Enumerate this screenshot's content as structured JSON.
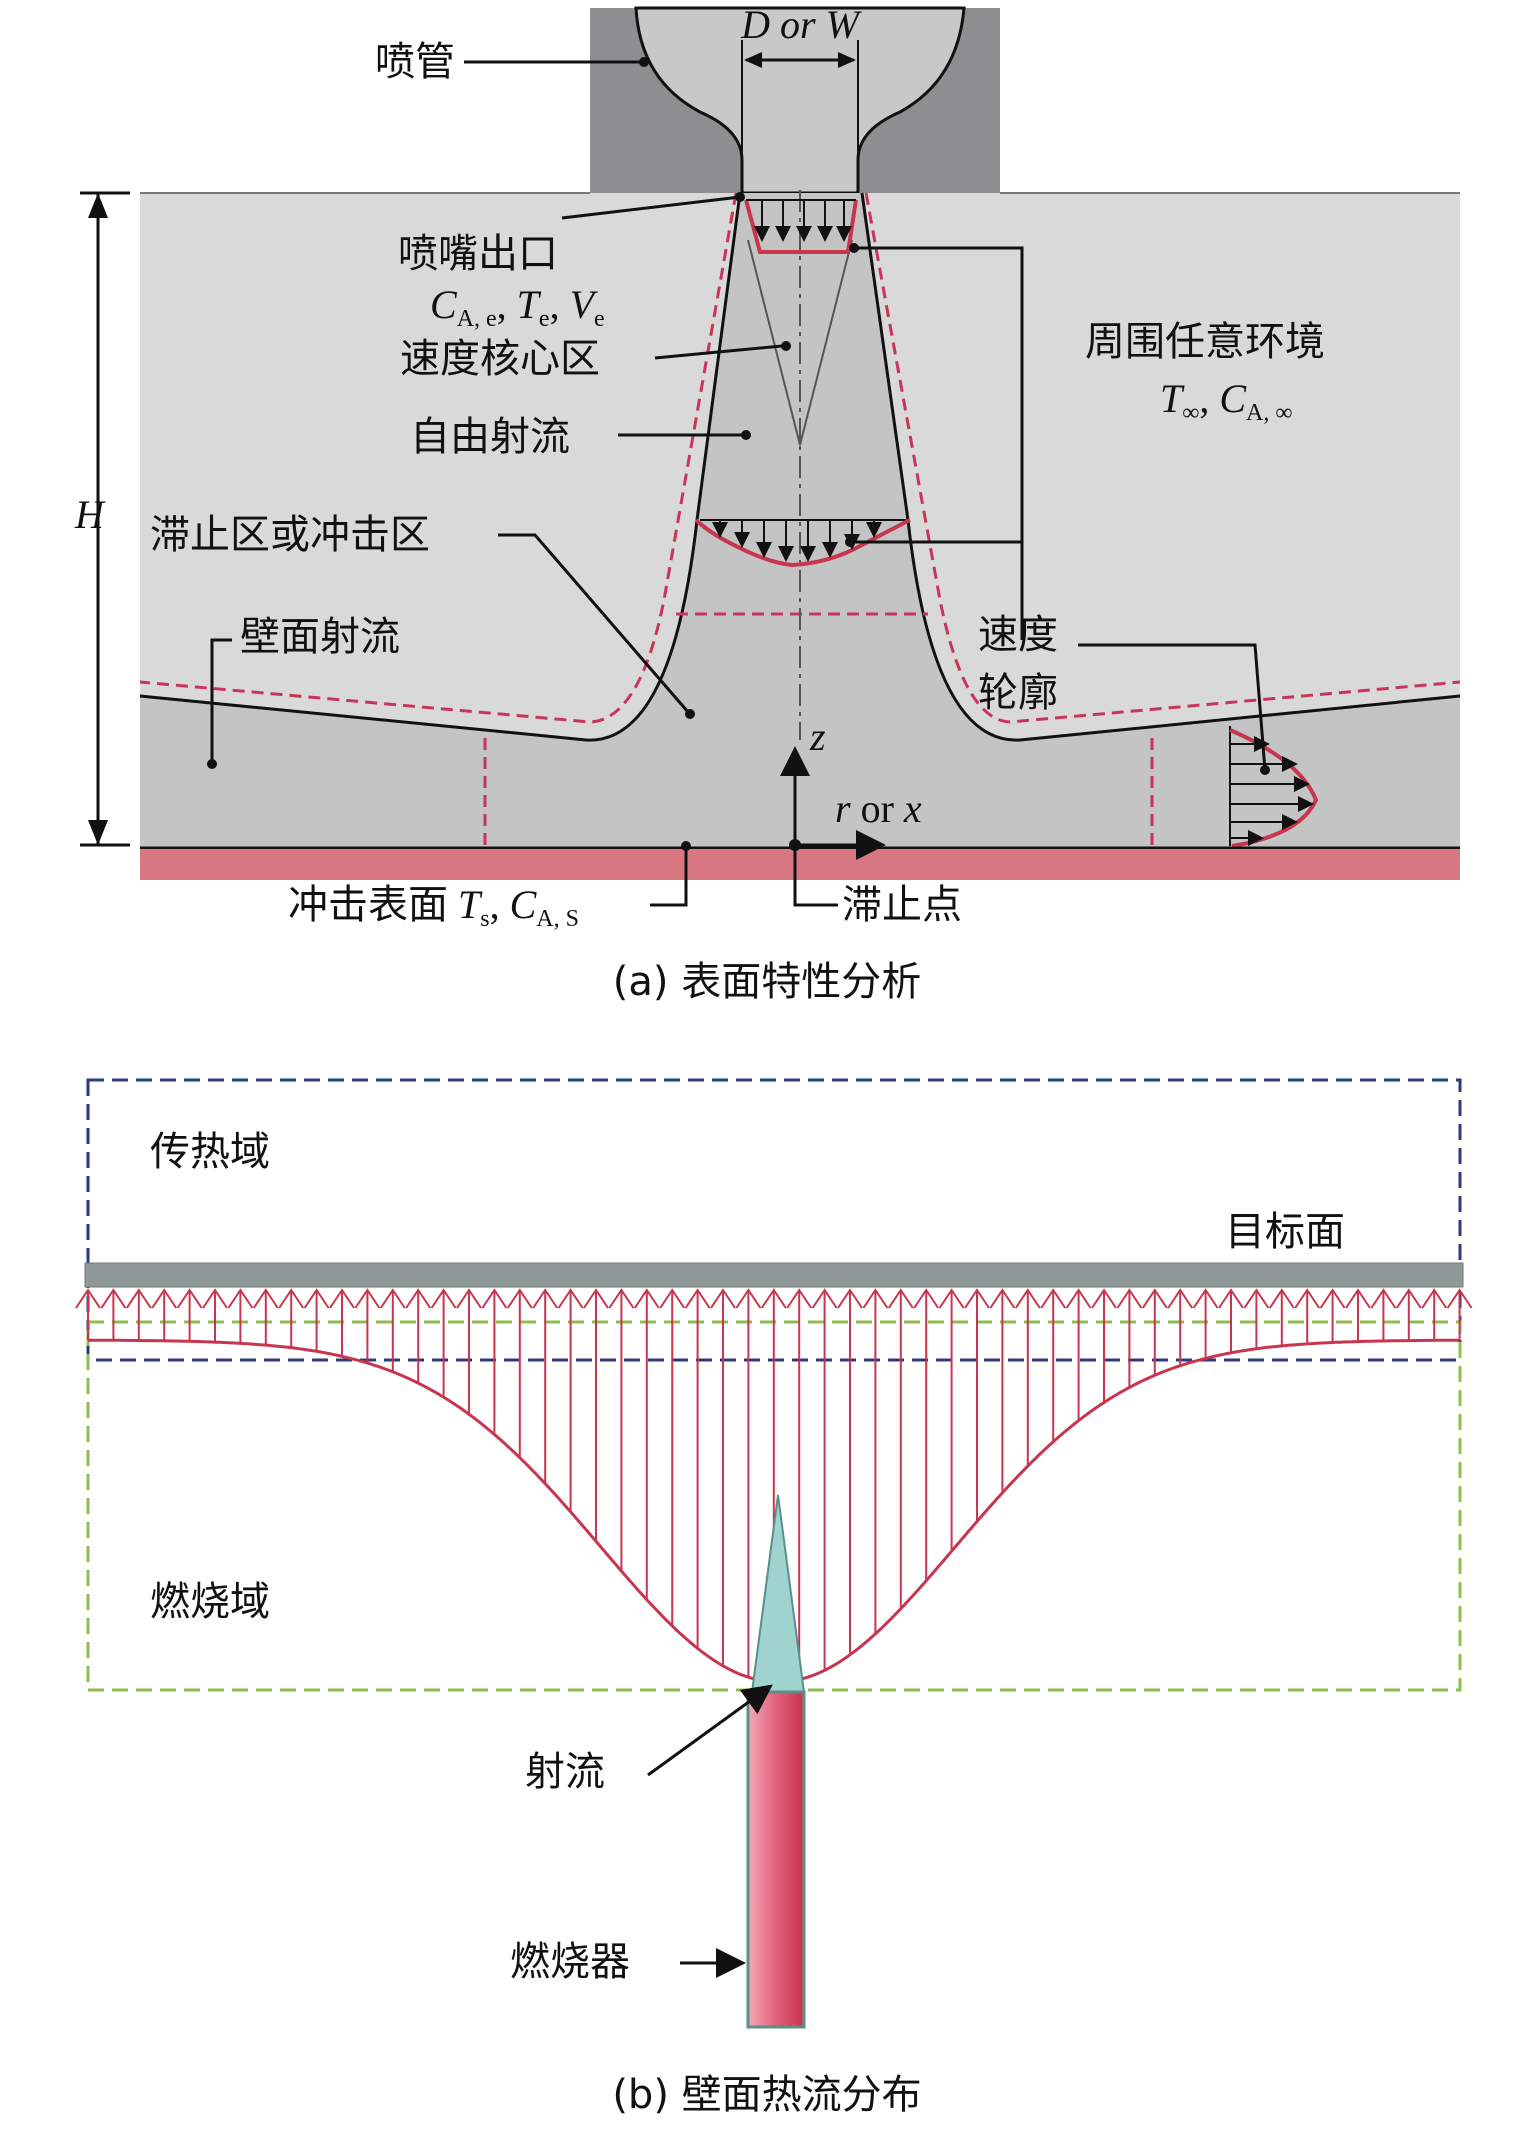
{
  "panel_a": {
    "labels": {
      "nozzle": "喷管",
      "nozzle_width": "D or W",
      "nozzle_exit": "喷嘴出口",
      "exit_c": "C",
      "exit_c_sub": "A, e",
      "exit_t": "T",
      "exit_t_sub": "e",
      "exit_v": "V",
      "exit_v_sub": "e",
      "potential_core": "速度核心区",
      "ambient": "周围任意环境",
      "ambient_t": "T",
      "ambient_t_sub": "∞",
      "ambient_c": "C",
      "ambient_c_sub": "A, ∞",
      "free_jet": "自由射流",
      "height": "H",
      "stagnation_zone": "滞止区或冲击区",
      "wall_jet": "壁面射流",
      "velocity_profile_1": "速度",
      "velocity_profile_2": "轮廓",
      "axis_z": "z",
      "axis_r_pre": "r",
      "axis_r_or": " or ",
      "axis_r_post": "x",
      "surface": "冲击表面",
      "surface_t": "T",
      "surface_t_sub": "s",
      "surface_c": "C",
      "surface_c_sub": "A, S",
      "stagnation_point": "滞止点"
    },
    "caption": "(a) 表面特性分析"
  },
  "panel_b": {
    "labels": {
      "heat_transfer_domain": "传热域",
      "target_surface": "目标面",
      "combustion_domain": "燃烧域",
      "jet": "射流",
      "burner": "燃烧器"
    },
    "caption": "(b) 壁面热流分布"
  },
  "colors": {
    "nozzle_dark": "#8e8e90",
    "ambient": "#d9d9d9",
    "jet_region": "#c4c4c4",
    "surface_pink": "#d87682",
    "profile_red": "#c8354e",
    "dashed_red": "#c8355a",
    "target_bar": "#8f9a98",
    "heat_domain_dash": "#2f3a7a",
    "combustion_dash": "#8cc04c",
    "flame_cyan": "#9ed3cf",
    "burner_pink": "#e0607a"
  }
}
